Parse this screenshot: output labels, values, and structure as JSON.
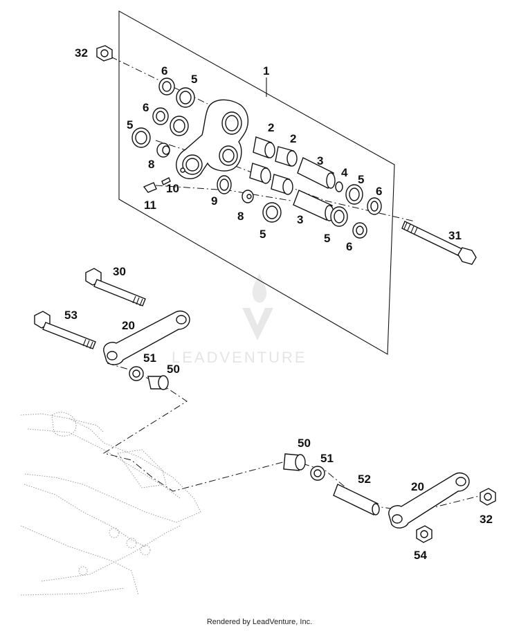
{
  "diagram": {
    "callouts": {
      "c1": "1",
      "c2a": "2",
      "c2b": "2",
      "c3a": "3",
      "c3b": "3",
      "c4": "4",
      "c5a": "5",
      "c5b": "5",
      "c5c": "5",
      "c5d": "5",
      "c5e": "5",
      "c6a": "6",
      "c6b": "6",
      "c6c": "6",
      "c6d": "6",
      "c8a": "8",
      "c8b": "8",
      "c9": "9",
      "c10": "10",
      "c11": "11",
      "c20a": "20",
      "c20b": "20",
      "c30": "30",
      "c31": "31",
      "c32a": "32",
      "c32b": "32",
      "c50a": "50",
      "c50b": "50",
      "c51a": "51",
      "c51b": "51",
      "c52": "52",
      "c53": "53",
      "c54": "54"
    }
  },
  "watermark": {
    "brand": "LEADVENTURE"
  },
  "footer": {
    "text": "Rendered by LeadVenture, Inc."
  }
}
